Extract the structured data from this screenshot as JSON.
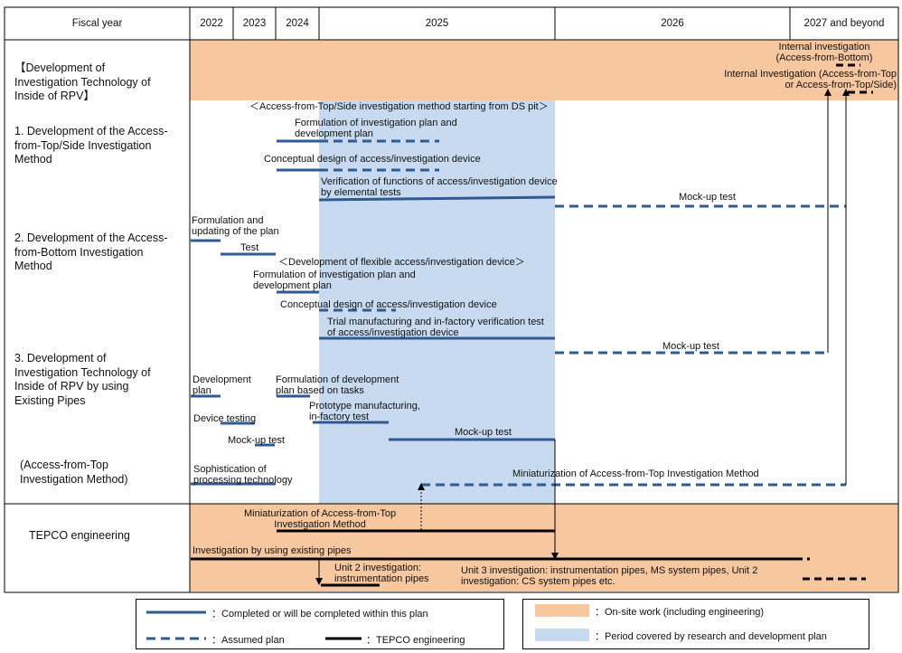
{
  "header": {
    "fiscal_year": "Fiscal year",
    "years": [
      "2022",
      "2023",
      "2024",
      "2025",
      "2026",
      "2027 and beyond"
    ]
  },
  "rows": {
    "dev_title": "【Development of\nInvestigation Technology of\nInside of RPV】",
    "item1": "1. Development of the Access-\nfrom-Top/Side Investigation\nMethod",
    "item2": "2. Development of the Access-\nfrom-Bottom Investigation\nMethod",
    "item3": "3. Development of\nInvestigation Technology of\nInside of RPV by using\nExisting Pipes",
    "access_top": "(Access-from-Top\nInvestigation Method)",
    "tepco": "TEPCO engineering"
  },
  "labels": {
    "internal_bottom": "Internal investigation\n(Access-from-Bottom)",
    "internal_top": "Internal Investigation (Access-from-Top\nor Access-from-Top/Side)",
    "ds_pit": "＜Access-from-Top/Side investigation method starting from DS pit＞",
    "formulation_plan1": "Formulation of investigation plan and\ndevelopment plan",
    "conceptual1": "Conceptual design of access/investigation device",
    "verification": "Verification of functions of access/investigation device\nby elemental tests",
    "mockup1": "Mock-up test",
    "formulation_updating": "Formulation and\nupdating of the plan",
    "test": "Test",
    "flexible": "＜Development of flexible access/investigation device＞",
    "formulation_plan2": "Formulation of investigation plan and\ndevelopment plan",
    "conceptual2": "Conceptual design of access/investigation device",
    "trial": "Trial manufacturing and in-factory verification test\nof access/investigation device",
    "mockup2": "Mock-up test",
    "dev_plan": "Development\nplan",
    "formulation_tasks": "Formulation of development\nplan based on tasks",
    "prototype": "Prototype manufacturing,\nin-factory test",
    "device_testing": "Device testing",
    "mockup3": "Mock-up test",
    "mockup4": "Mock-up test",
    "sophistication": "Sophistication of\nprocessing technology",
    "miniaturization": "Miniaturization of Access-from-Top Investigation Method",
    "tepco_mini": "Miniaturization of Access-from-Top\nInvestigation Method",
    "existing_pipes": "Investigation by using existing pipes",
    "unit2": "Unit 2 investigation:\ninstrumentation pipes",
    "unit3": "Unit 3 investigation: instrumentation pipes, MS system pipes, Unit 2\ninvestigation: CS system pipes etc."
  },
  "legend": {
    "completed": "：Completed or will be completed within this plan",
    "assumed": "：Assumed plan",
    "tepco": "：TEPCO engineering",
    "onsite": "：On-site work (including engineering)",
    "period": "：Period covered by research and development plan"
  },
  "colors": {
    "onsite": "#f7c8a0",
    "period": "#c7daf0",
    "line": "#2f5a94",
    "tepco": "#000000"
  }
}
